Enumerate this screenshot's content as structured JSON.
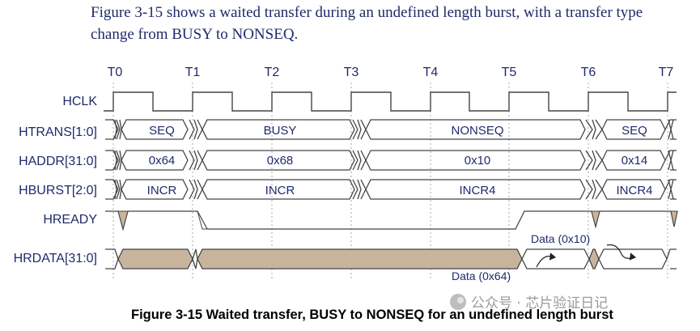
{
  "intro_text": "Figure 3-15 shows a waited transfer during an undefined length burst, with a transfer type change from BUSY to NONSEQ.",
  "caption": "Figure 3-15 Waited transfer, BUSY to NONSEQ for an undefined length burst",
  "watermark": "公众号 · 芯片验证日记",
  "clock_labels": [
    "T0",
    "T1",
    "T2",
    "T3",
    "T4",
    "T5",
    "T6",
    "T7"
  ],
  "signals": [
    {
      "id": "hclk",
      "name": "HCLK"
    },
    {
      "id": "htrans",
      "name": "HTRANS[1:0]",
      "values": [
        "SEQ",
        "BUSY",
        "NONSEQ",
        "SEQ"
      ]
    },
    {
      "id": "haddr",
      "name": "HADDR[31:0]",
      "values": [
        "0x64",
        "0x68",
        "0x10",
        "0x14"
      ]
    },
    {
      "id": "hburst",
      "name": "HBURST[2:0]",
      "values": [
        "INCR",
        "INCR",
        "INCR4",
        "INCR4"
      ]
    },
    {
      "id": "hready",
      "name": "HREADY"
    },
    {
      "id": "hrdata",
      "name": "HRDATA[31:0]"
    }
  ],
  "annotations": {
    "data_0x64": "Data (0x64)",
    "data_0x10": "Data (0x10)"
  },
  "colors": {
    "text": "#1f2a6b",
    "wave": "#444444",
    "shade": "#c8b49c",
    "grid": "#aaaaaa"
  }
}
